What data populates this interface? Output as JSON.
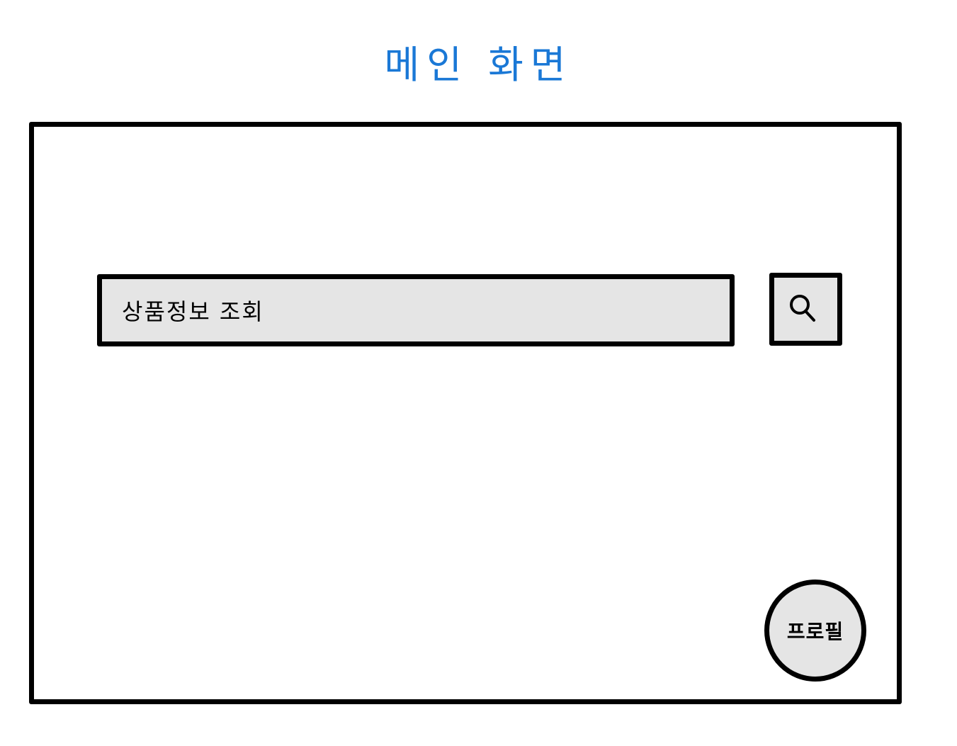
{
  "page": {
    "title": "메인 화면"
  },
  "search": {
    "input_value": "상품정보 조회",
    "button_icon": "magnifier-icon"
  },
  "profile": {
    "label": "프로필"
  },
  "colors": {
    "title": "#1a78d6",
    "outline": "#000000",
    "fill_gray": "#e5e5e5",
    "background": "#ffffff"
  }
}
